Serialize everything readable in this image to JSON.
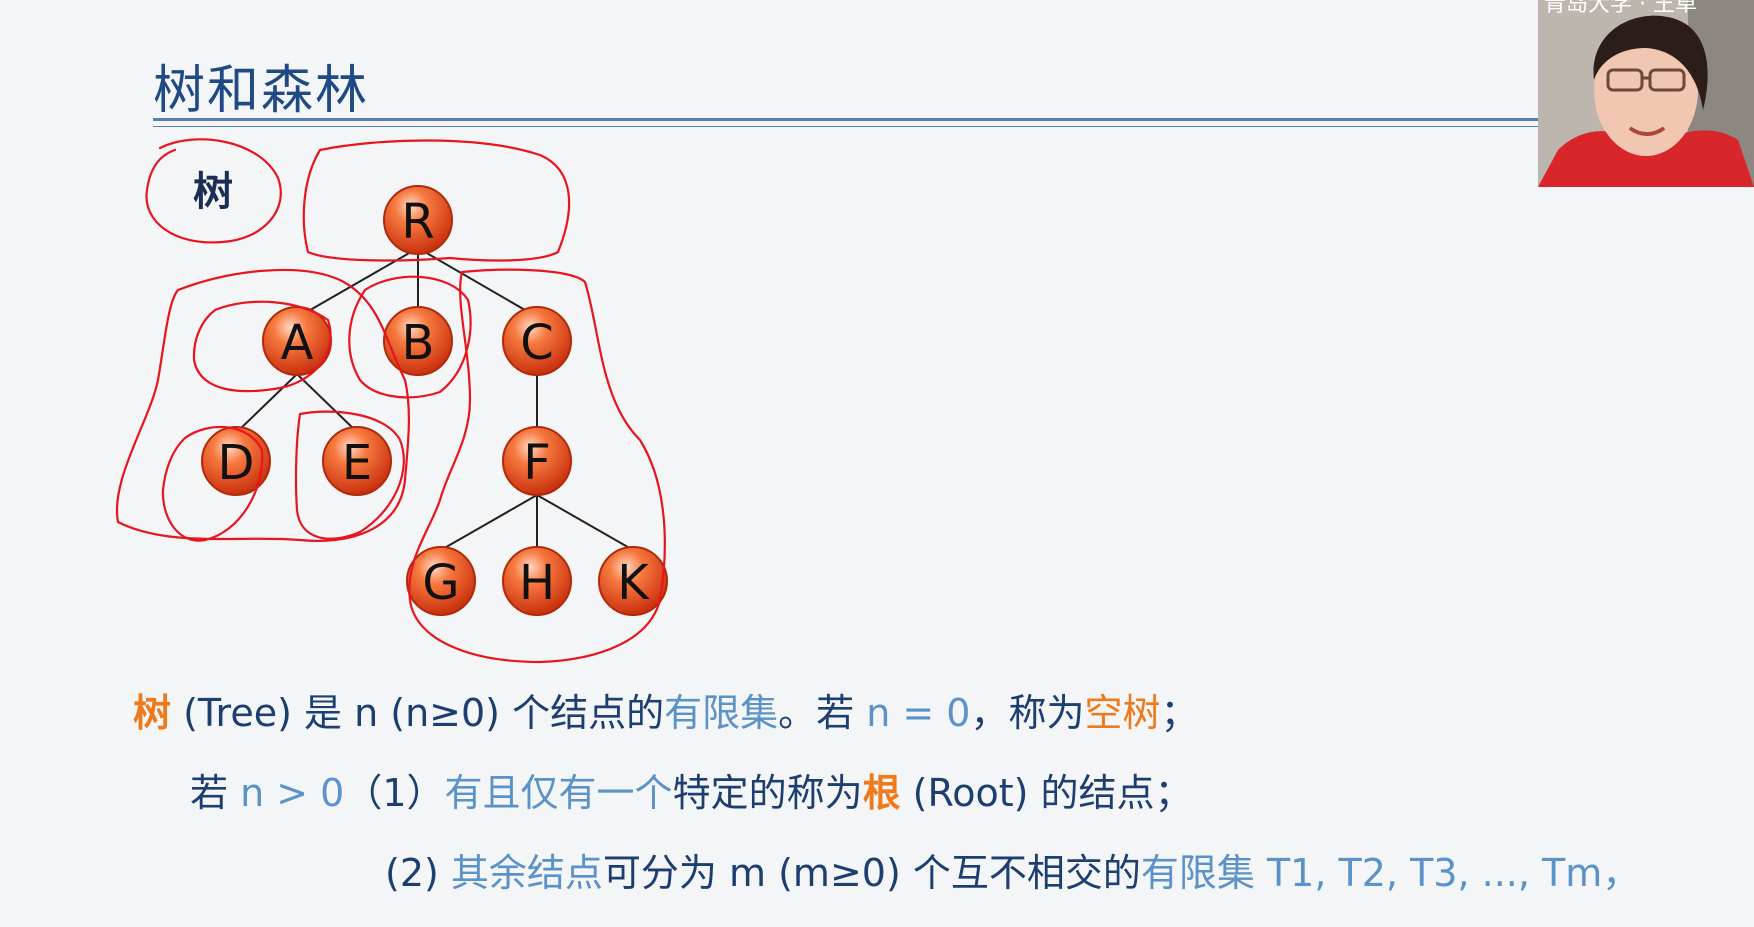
{
  "slide": {
    "title": "树和森林",
    "section_label": "树",
    "node_labels": {
      "R": "R",
      "A": "A",
      "B": "B",
      "C": "C",
      "D": "D",
      "E": "E",
      "F": "F",
      "G": "G",
      "H": "H",
      "K": "K"
    },
    "line1": {
      "term": "树",
      "t1": " (Tree) 是 n (n≥0) 个结点的",
      "finite_set": "有限集",
      "t2": "。若 ",
      "n_eq_0": "n = 0",
      "t3": "，称为",
      "empty_tree": "空树",
      "t4": "；"
    },
    "line2": {
      "t1": "若 ",
      "n_gt_0": "n > 0",
      "t2": "（1）",
      "only_one": "有且仅有一个",
      "t3": "特定的称为",
      "root": "根",
      "t4": " (Root) 的结点；"
    },
    "line3": {
      "t1": "(2) ",
      "rest_nodes": "其余结点",
      "t2": "可分为 m (m≥0) 个互不相交的",
      "finite_set": "有限集",
      "t3": " T1, T2, T3, ..., Tm，"
    },
    "webcam": {
      "watermark": "青岛大学 · 王卓"
    },
    "colors": {
      "title": "#1f4a86",
      "text": "#1d3e70",
      "orange": "#f07a1a",
      "blue": "#5b92c7",
      "annotation": "#e8141e",
      "node": "#e84a22"
    }
  }
}
